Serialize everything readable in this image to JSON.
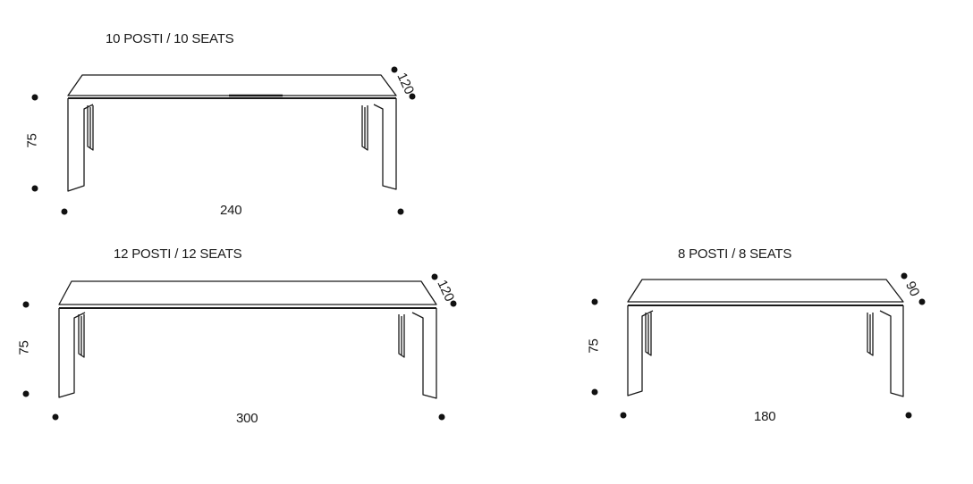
{
  "colors": {
    "line": "#1a1a1a",
    "dot": "#111111",
    "background": "#ffffff"
  },
  "tables": [
    {
      "title": "10 POSTI / 10 SEATS",
      "height_label": "75",
      "length_label": "240",
      "depth_label": "120"
    },
    {
      "title": "12 POSTI / 12 SEATS",
      "height_label": "75",
      "length_label": "300",
      "depth_label": "120"
    },
    {
      "title": "8 POSTI / 8 SEATS",
      "height_label": "75",
      "length_label": "180",
      "depth_label": "90"
    }
  ]
}
